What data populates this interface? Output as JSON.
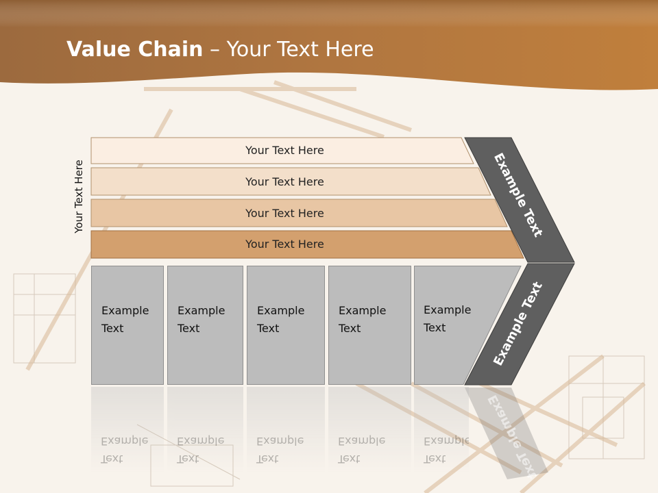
{
  "slide": {
    "title_bold": "Value Chain",
    "title_rest": " – Your Text Here",
    "vertical_label": "Your Text Here",
    "bars": [
      {
        "label": "Your Text Here",
        "color": "#fbeee2"
      },
      {
        "label": "Your Text Here",
        "color": "#f3dfca"
      },
      {
        "label": "Your Text Here",
        "color": "#e8c6a4"
      },
      {
        "label": "Your Text Here",
        "color": "#d3a06e"
      }
    ],
    "columns": [
      {
        "line1": "Example",
        "line2": "Text"
      },
      {
        "line1": "Example",
        "line2": "Text"
      },
      {
        "line1": "Example",
        "line2": "Text"
      },
      {
        "line1": "Example",
        "line2": "Text"
      },
      {
        "line1": "Example",
        "line2": "Text"
      }
    ],
    "chevron_top": "Example Text",
    "chevron_bottom": "Example Text",
    "colors": {
      "header": "#b8783a",
      "chevron": "#5f5f5f",
      "column": "#bcbcbc"
    }
  }
}
